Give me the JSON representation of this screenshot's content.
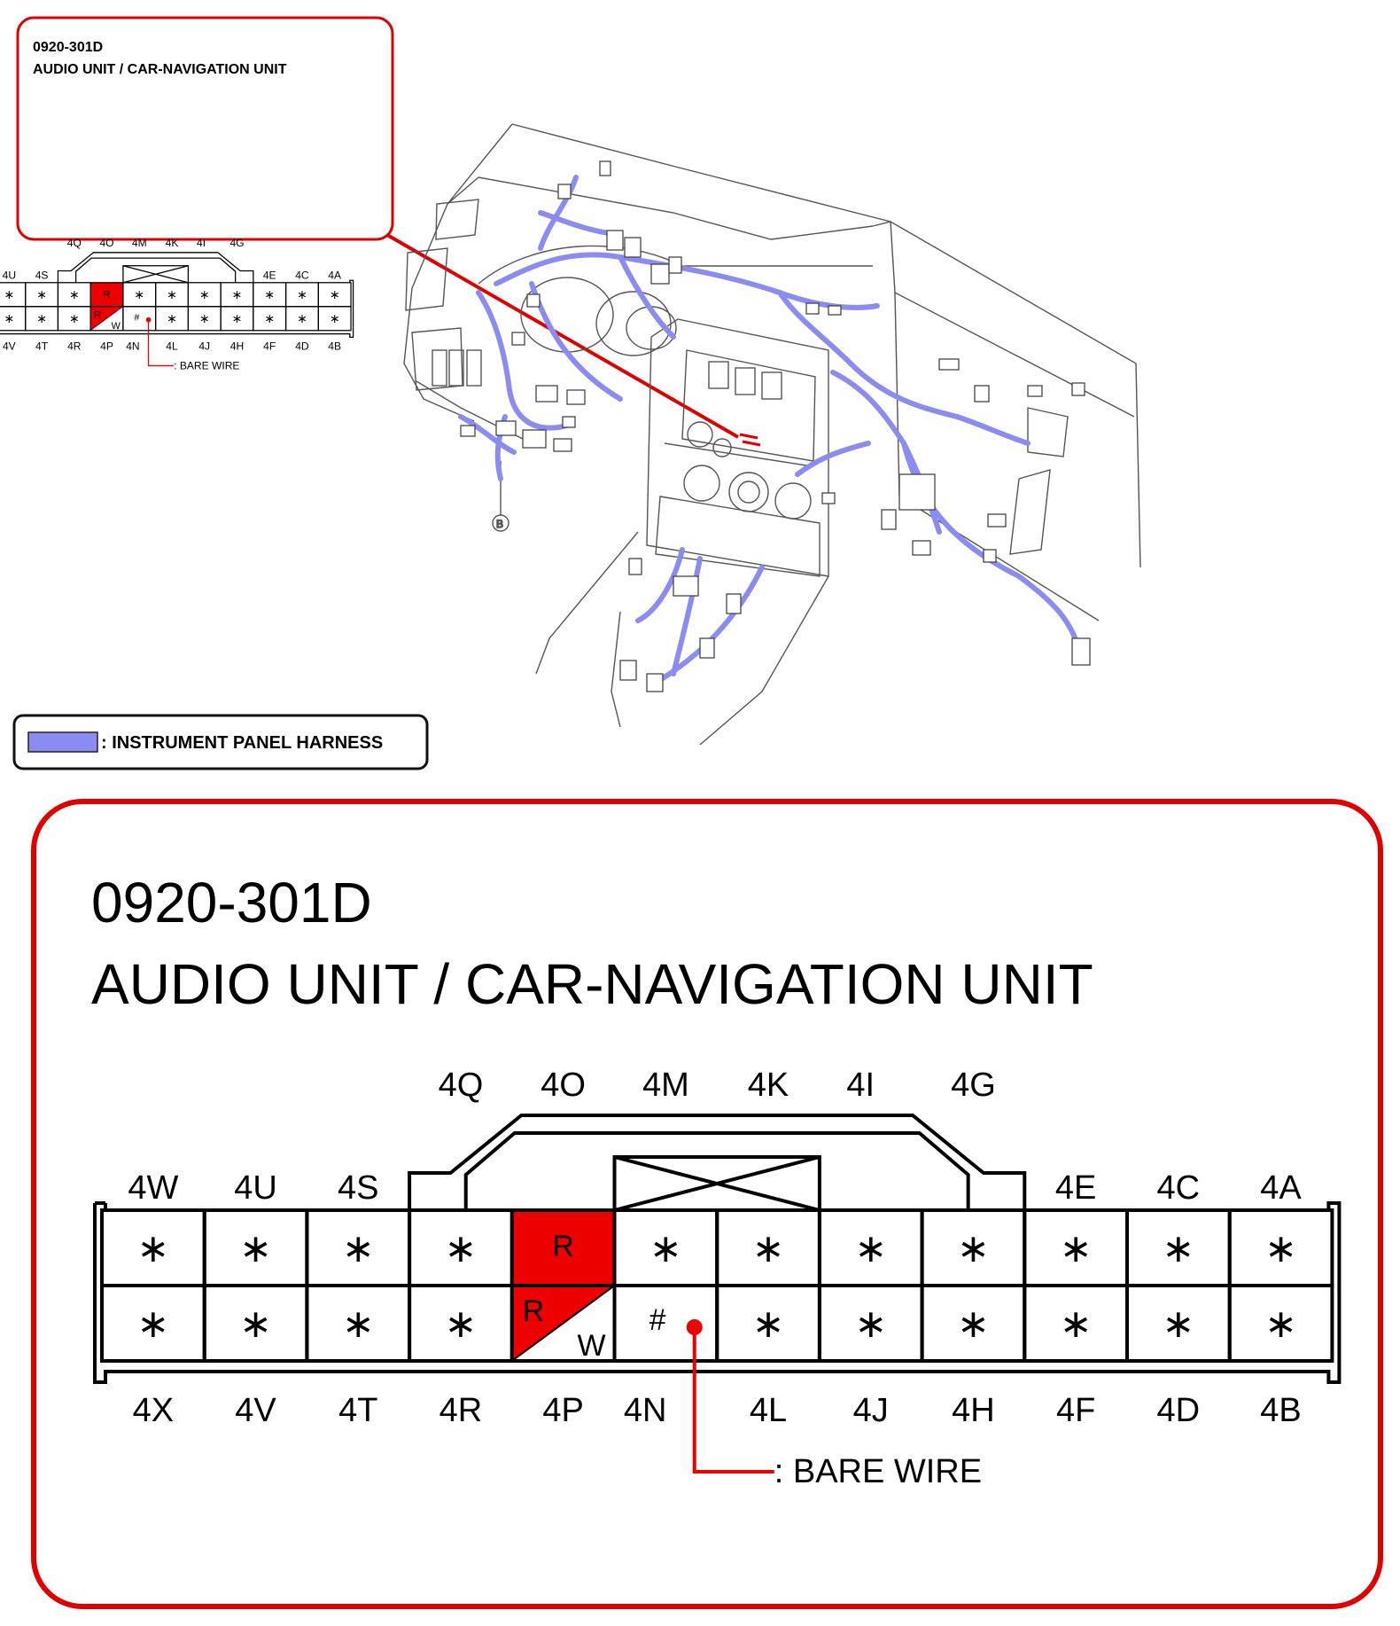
{
  "connector": {
    "code": "0920-301D",
    "title": "AUDIO UNIT / CAR-NAVIGATION UNIT",
    "top_key_labels": [
      "4Q",
      "4O",
      "4M",
      "4K",
      "4I",
      "4G"
    ],
    "top_row_labels": [
      "4W",
      "4U",
      "4S",
      "",
      "",
      "",
      "",
      "",
      "",
      "4E",
      "4C",
      "4A"
    ],
    "bottom_row_labels": [
      "4X",
      "4V",
      "4T",
      "4R",
      "4P",
      "4N",
      "4L",
      "4J",
      "4H",
      "4F",
      "4D",
      "4B"
    ],
    "top_row": [
      {
        "text": "*"
      },
      {
        "text": "*"
      },
      {
        "text": "*"
      },
      {
        "text": "*"
      },
      {
        "text": "R",
        "fill": "#ee0000"
      },
      {
        "text": "*"
      },
      {
        "text": "*"
      },
      {
        "text": "*"
      },
      {
        "text": "*"
      },
      {
        "text": "*"
      },
      {
        "text": "*"
      },
      {
        "text": "*"
      }
    ],
    "bottom_row": [
      {
        "text": "*"
      },
      {
        "text": "*"
      },
      {
        "text": "*"
      },
      {
        "text": "*"
      },
      {
        "text": "R",
        "text2": "W",
        "split": true,
        "fill": "#ee0000"
      },
      {
        "text": "#",
        "bare_wire": true
      },
      {
        "text": "*"
      },
      {
        "text": "*"
      },
      {
        "text": "*"
      },
      {
        "text": "*"
      },
      {
        "text": "*"
      },
      {
        "text": "*"
      }
    ],
    "bare_wire_label": ": BARE WIRE"
  },
  "legend": {
    "label": ": INSTRUMENT PANEL HARNESS",
    "color": "#8c8cf0"
  },
  "colors": {
    "frame": "#e00000",
    "highlight": "#ee0000",
    "harness": "#8c8cf0"
  },
  "ground_marker": "B"
}
